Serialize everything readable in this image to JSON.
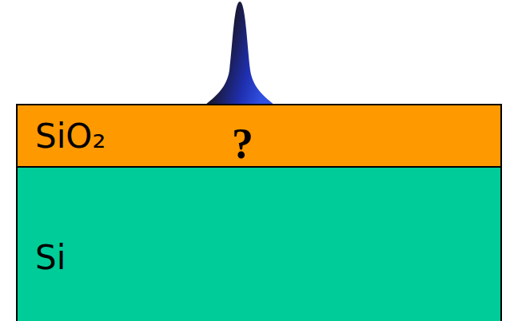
{
  "diagram": {
    "nodes": [
      {
        "text": [
          "SiO₂"
        ]
      },
      {
        "text": [
          "Si"
        ]
      }
    ],
    "labels": [
      "?"
    ]
  }
}
